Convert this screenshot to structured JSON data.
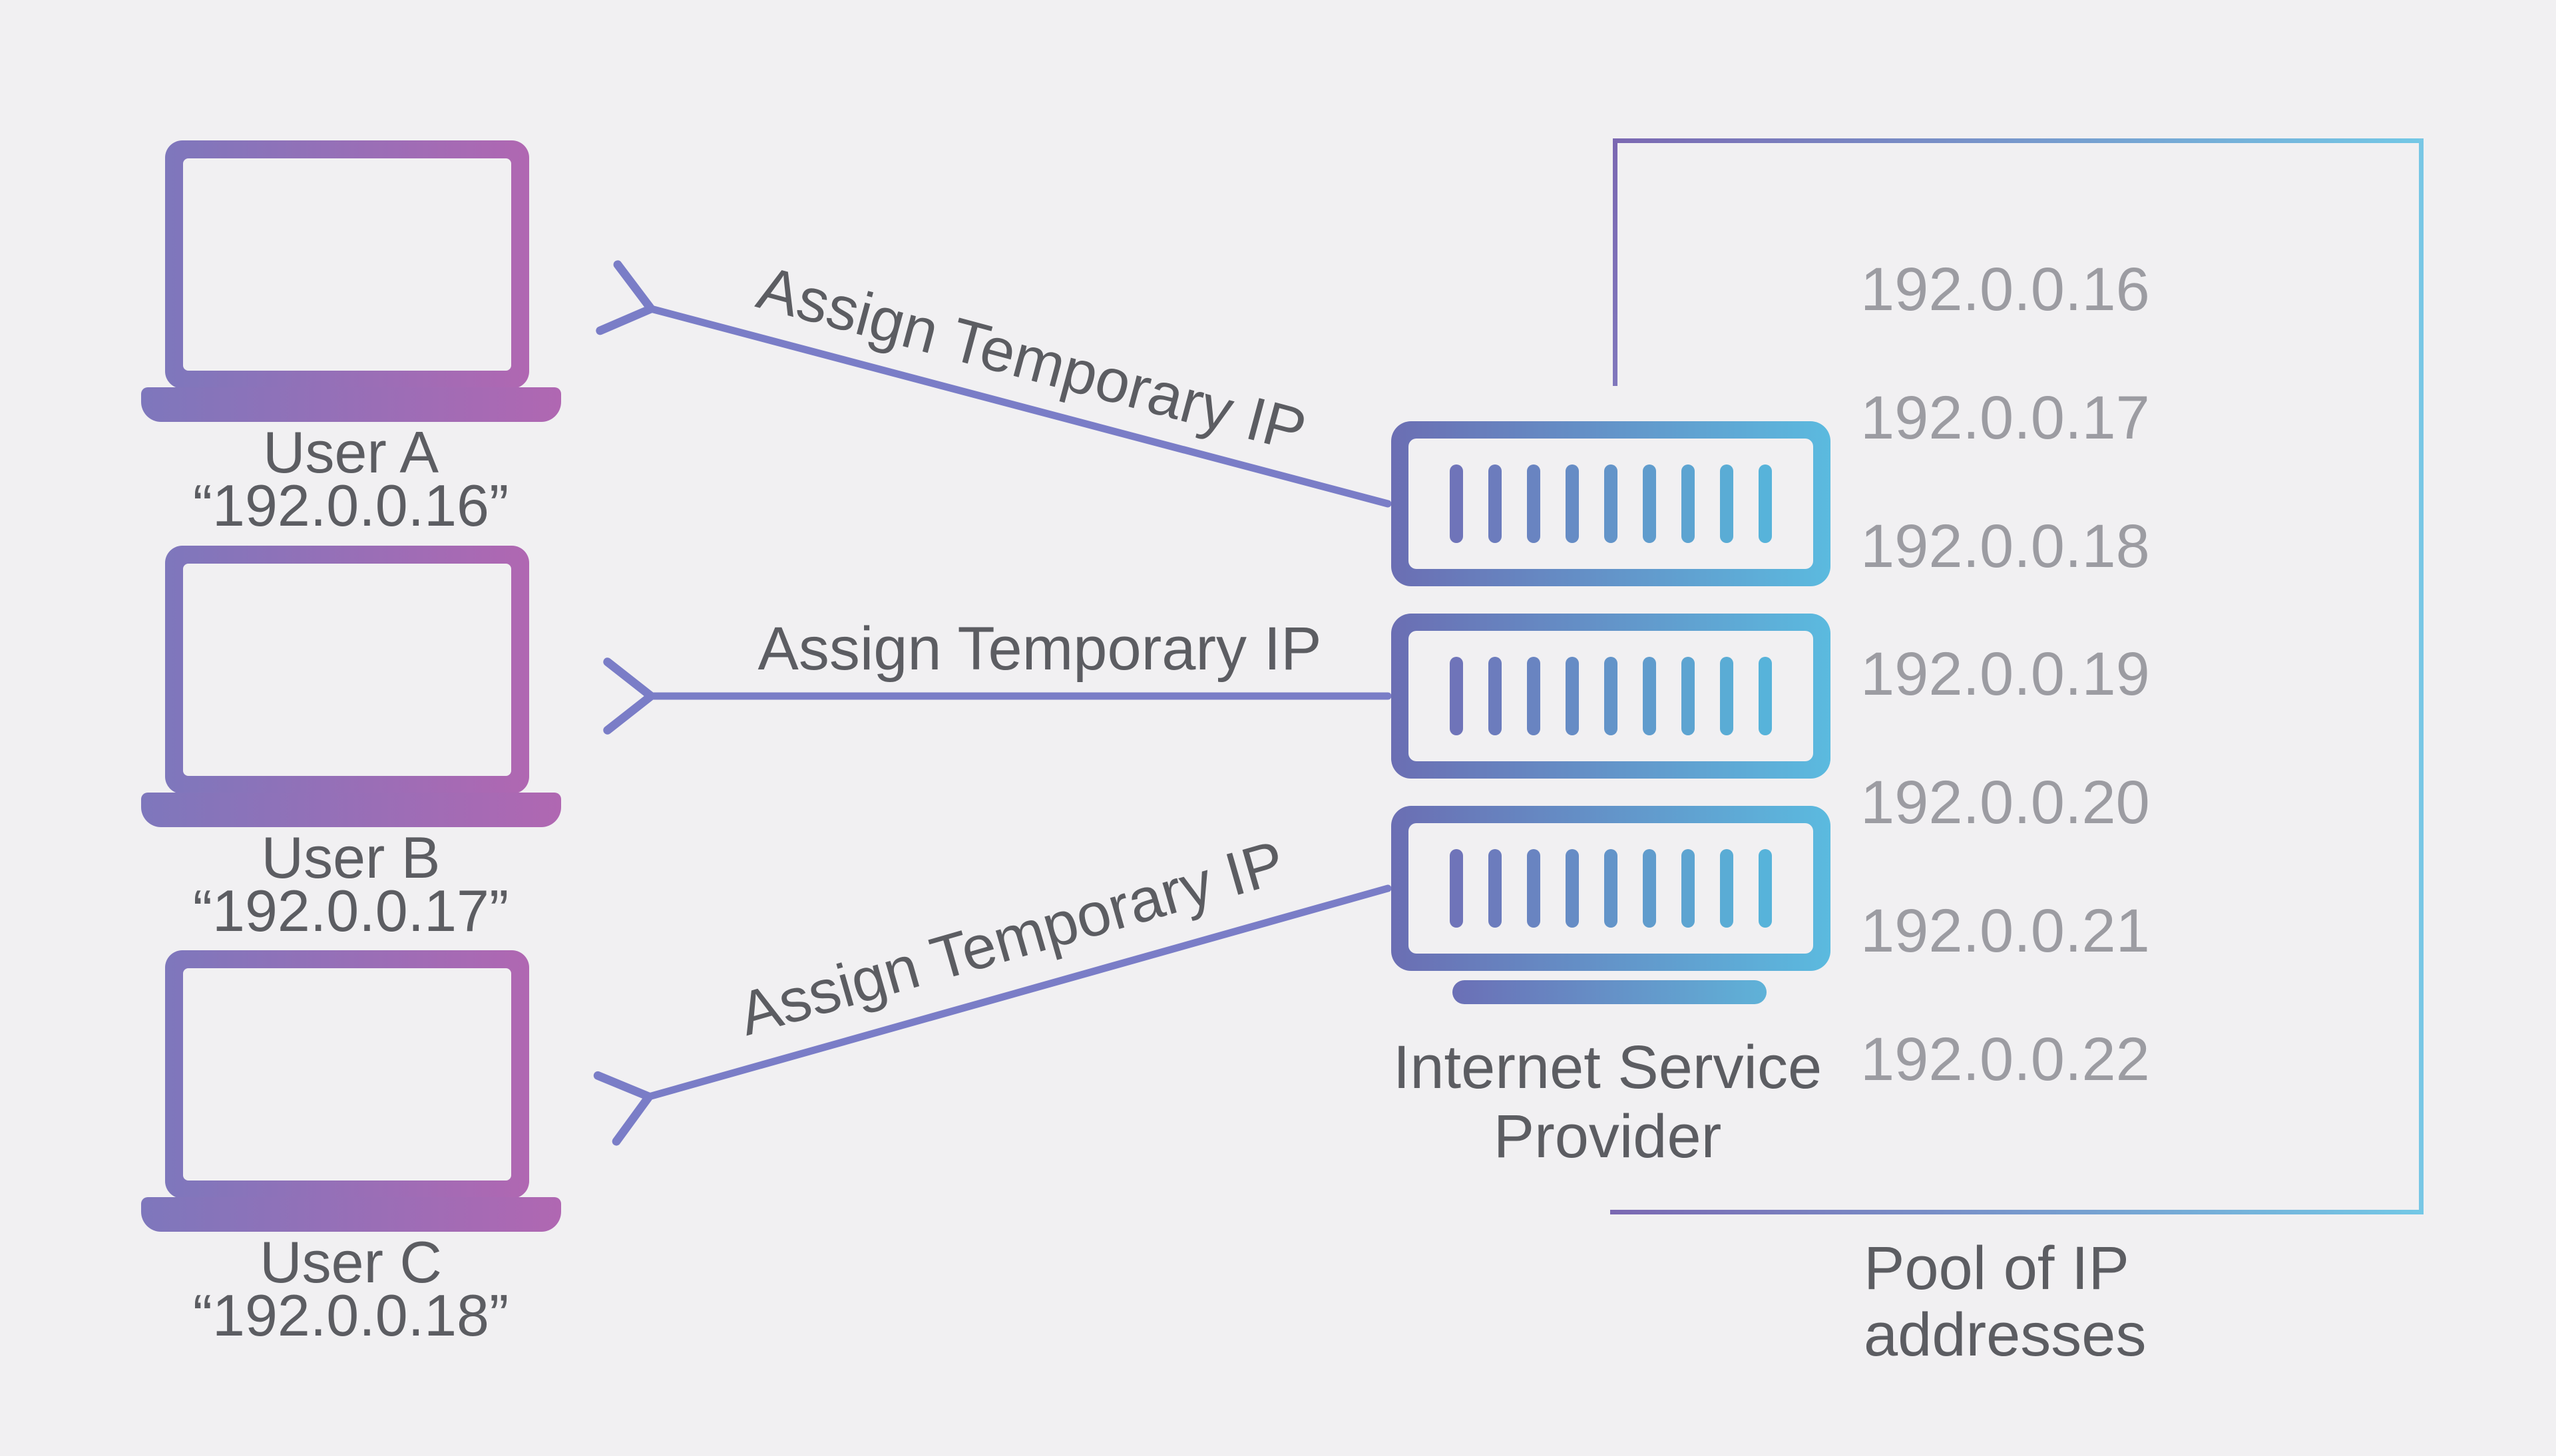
{
  "users": [
    {
      "name": "User A",
      "ip": "“192.0.0.16”"
    },
    {
      "name": "User B",
      "ip": "“192.0.0.17”"
    },
    {
      "name": "User C",
      "ip": "“192.0.0.18”"
    }
  ],
  "arrows": [
    {
      "label": "Assign Temporary IP"
    },
    {
      "label": "Assign Temporary IP"
    },
    {
      "label": "Assign Temporary IP"
    }
  ],
  "isp": {
    "label_line1": "Internet Service",
    "label_line2": "Provider",
    "server_count": 3
  },
  "pool": {
    "ips": [
      "192.0.0.16",
      "192.0.0.17",
      "192.0.0.18",
      "192.0.0.19",
      "192.0.0.20",
      "192.0.0.21",
      "192.0.0.22"
    ],
    "label_line1": "Pool of IP",
    "label_line2": "addresses"
  },
  "colors": {
    "background": "#f1f0f2",
    "laptop_gradient_start": "#7e77bc",
    "laptop_gradient_end": "#b067b2",
    "server_gradient_start": "#6b6eb3",
    "server_gradient_end": "#5bbadf",
    "arrow": "#7a7dc7",
    "bracket_purple": "#7b68b2",
    "bracket_cyan": "#73c8e6",
    "text_dark": "#5c5d62",
    "text_gray": "#9c9ca2"
  }
}
